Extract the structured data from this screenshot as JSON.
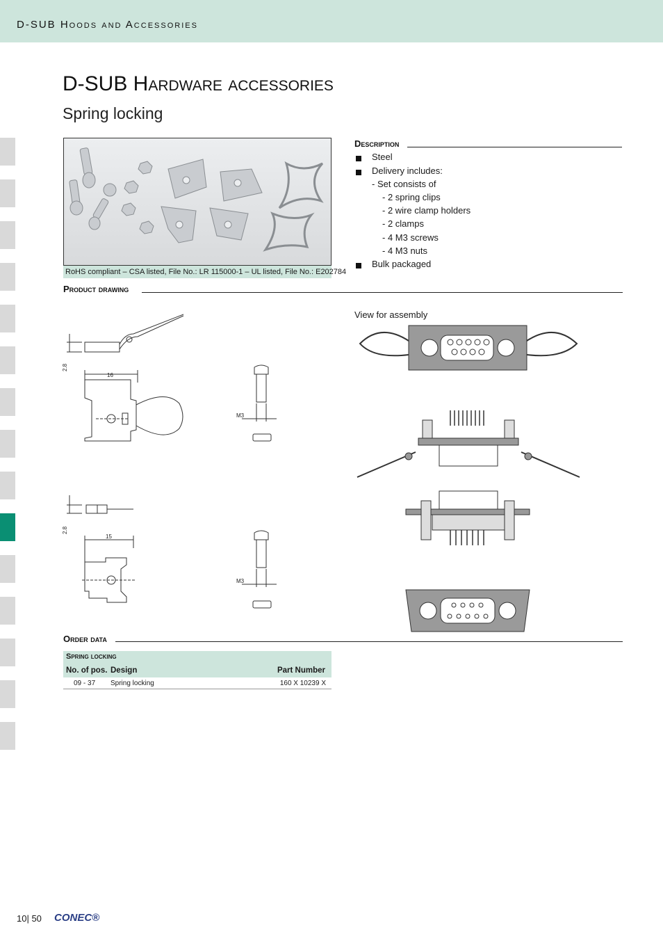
{
  "header": {
    "title": "D-SUB Hoods and Accessories"
  },
  "page": {
    "title": "D-SUB Hardware accessories",
    "subtitle": "Spring locking"
  },
  "photo": {
    "caption": "RoHS compliant – CSA listed, File No.: LR 115000-1 – UL listed, File No.: E202784"
  },
  "description": {
    "heading": "Description",
    "items": [
      "Steel",
      "Delivery includes:",
      "- Set consists of",
      "- 2 spring clips",
      "- 2 wire clamp holders",
      "- 2 clamps",
      "- 4 M3 screws",
      "- 4 M3 nuts",
      "Bulk packaged"
    ]
  },
  "product_drawing": {
    "heading": "Product drawing",
    "dims": {
      "clip_height": "2.8",
      "clip_width": "16",
      "clamp_height": "2.8",
      "clamp_width": "15",
      "screw1": "M3",
      "screw2": "M3"
    },
    "assembly_label": "View for assembly"
  },
  "order_data": {
    "heading": "Order data",
    "table_title": "Spring locking",
    "columns": [
      "No. of pos.",
      "Design",
      "Part Number"
    ],
    "rows": [
      {
        "pos": "09 - 37",
        "design": "Spring locking",
        "part": "160 X 10239 X"
      }
    ]
  },
  "footer": {
    "page": "10| 50",
    "logo": "CONEC®"
  },
  "colors": {
    "header_bg": "#cde5dc",
    "accent_tab": "#0a8f73",
    "side_tab": "#d9d9d9"
  }
}
